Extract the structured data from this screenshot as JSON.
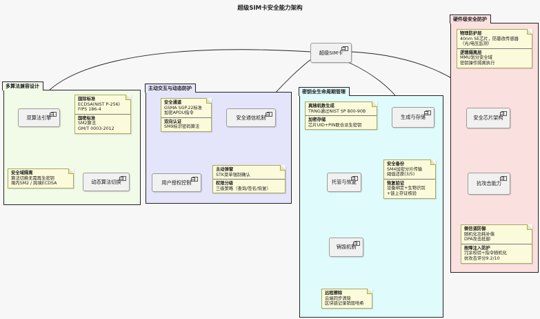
{
  "title": "超级SIM卡安全能力架构",
  "root": {
    "label": "超级SIM卡"
  },
  "packages": {
    "algo": {
      "title": "多算法兼容设计",
      "bg": "#f1fbe8"
    },
    "interact": {
      "title": "主动交互与动态防护",
      "bg": "#e4e4fb"
    },
    "key": {
      "title": "密钥全生命周期管理",
      "bg": "#e0fbfb"
    },
    "hw": {
      "title": "硬件级安全防护",
      "bg": "#fbe0e0"
    }
  },
  "components": {
    "dual_engine": "双算法引擎",
    "dyn_switch": "动态算法切换",
    "secure_comm": "安全通信机制",
    "user_auth": "用户授权控制",
    "gen_store": "生成与存储",
    "escrow": "托管与恢复",
    "destroy": "销毁机制",
    "chip_arch": "安全芯片架构",
    "anti_attack": "抗攻击能力"
  },
  "notes": {
    "standards": [
      {
        "head": "国际标准",
        "lines": [
          "ECDSA(NIST P-256)",
          "FIPS 186-4"
        ]
      },
      {
        "head": "国密标准",
        "lines": [
          "SM2算法",
          "GM/T 0003-2012"
        ]
      }
    ],
    "isolation": [
      {
        "head": "安全域隔离",
        "lines": [
          "算法切换无需再生密钥",
          "境内SM2 / 跨境ECDSA"
        ]
      }
    ],
    "channel": [
      {
        "head": "安全通道",
        "lines": [
          "GSMA SGP.22标准",
          "加密APDU指令"
        ]
      },
      {
        "head": "双向认证",
        "lines": [
          "SM9标识密码算法"
        ]
      }
    ],
    "popup": [
      {
        "head": "主动弹窗",
        "lines": [
          "STK菜单强制确认"
        ]
      },
      {
        "head": "权限分级",
        "lines": [
          "三级策略（查询/签名/恢复）"
        ]
      }
    ],
    "rng": [
      {
        "head": "真随机数生成",
        "lines": [
          "TRNG通过NIST SP 800-90B"
        ]
      },
      {
        "head": "加密存储",
        "lines": [
          "芯片UID+PIN联合派生密钥"
        ]
      }
    ],
    "backup": [
      {
        "head": "安全备份",
        "lines": [
          "SM4加密分片传输",
          "阈值还原(3/5)"
        ]
      },
      {
        "head": "恢复验证",
        "lines": [
          "设备绑定+生物识别",
          "+链上存证核验"
        ]
      }
    ],
    "wipe": [
      {
        "head": "远程擦除",
        "lines": [
          "云端同步清除",
          "区块链记录销毁哈希"
        ]
      }
    ],
    "physical": [
      {
        "head": "物理防护层",
        "lines": [
          "40nm SE芯片，防篡改传感器",
          "（光/电压监测）"
        ]
      },
      {
        "head": "逻辑隔离层",
        "lines": [
          "MMU划分安全域",
          "密钥操作隔离执行"
        ]
      }
    ],
    "sidechannel": [
      {
        "head": "侧信道防御",
        "lines": [
          "随机化功耗补偿",
          "DPA攻击抵御"
        ]
      },
      {
        "head": "故障注入防护",
        "lines": [
          "冗余校验+指令随机化",
          "抗攻击评分9.2/10"
        ]
      }
    ]
  }
}
